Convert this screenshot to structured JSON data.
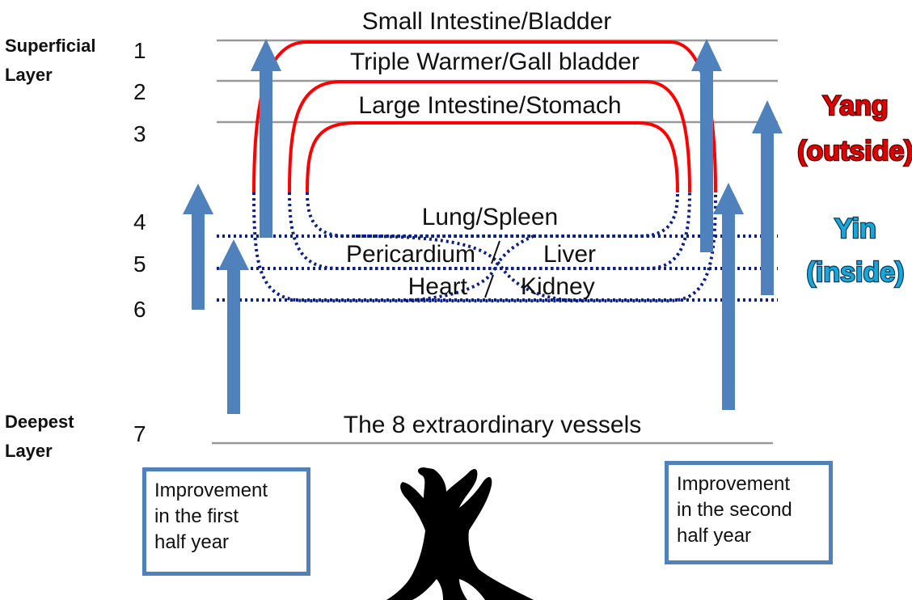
{
  "side_labels": {
    "superficial": [
      "Superficial",
      "Layer"
    ],
    "deepest": [
      "Deepest",
      "Layer"
    ]
  },
  "layer_numbers": [
    "1",
    "2",
    "3",
    "4",
    "5",
    "6",
    "7"
  ],
  "meridians": {
    "layer1": "Small Intestine/Bladder",
    "layer2": "Triple Warmer/Gall bladder",
    "layer3": "Large Intestine/Stomach",
    "layer4": "Lung/Spleen",
    "layer5_left": "Pericardium",
    "layer5_right": "Liver",
    "layer6_left": "Heart",
    "layer6_right": "Kidney",
    "layer7": "The 8 extraordinary vessels"
  },
  "yang": {
    "line1": "Yang",
    "line2": "(outside)",
    "color": "#e00000"
  },
  "yin": {
    "line1": "Yin",
    "line2": "(inside)",
    "color": "#16a7db"
  },
  "boxes": {
    "first": [
      "Improvement",
      "in the first",
      "half year"
    ],
    "second": [
      "Improvement",
      "in the second",
      "half year"
    ]
  },
  "icons": {
    "tree": "tree-stump-icon"
  },
  "colors": {
    "yang_loop": "#ff0000",
    "yin_loop": "#0a1f8a",
    "arrow": "#4f81bd",
    "layer_line": "#999999"
  }
}
